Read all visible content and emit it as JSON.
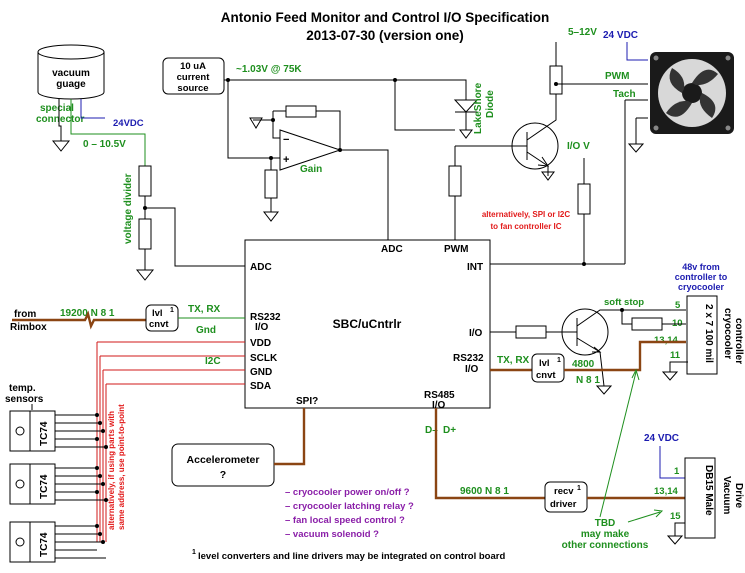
{
  "title": {
    "line1": "Antonio Feed Monitor and Control I/O Specification",
    "line2": "2013-07-30 (version one)"
  },
  "vacuum_gauge": {
    "label1": "vacuum",
    "label2": "guage",
    "connector1": "special",
    "connector2": "connector",
    "supply": "24VDC",
    "range": "0 – 10.5V"
  },
  "voltage_divider": "voltage divider",
  "current_source": {
    "l1": "10 uA",
    "l2": "current",
    "l3": "source",
    "reading": "~1.03V @ 75K"
  },
  "diode": {
    "l1": "LakeShore",
    "l2": "Diode"
  },
  "gain": "Gain",
  "fan": {
    "supply_top": "5–12V",
    "supply_fan": "24 VDC",
    "pwm": "PWM",
    "tach": "Tach",
    "io": "I/O V"
  },
  "alt_spi": {
    "l1": "alternatively, SPI or I2C",
    "l2": "to fan controller IC"
  },
  "sbc": {
    "name": "SBC/uCntrlr",
    "adc_left": "ADC",
    "adc_top": "ADC",
    "pwm": "PWM",
    "int": "INT",
    "rs232_l1": "RS232",
    "rs232_l2": "I/O",
    "vdd": "VDD",
    "sclk": "SCLK",
    "gnd": "GND",
    "sda": "SDA",
    "spi": "SPI?",
    "rs485_l1": "RS485",
    "rs485_l2": "I/O",
    "io_right": "I/O",
    "rs232r_l1": "RS232",
    "rs232r_l2": "I/O"
  },
  "rimbox": {
    "l1": "from",
    "l2": "Rimbox",
    "serial": "19200 N 8 1"
  },
  "lvl_cnvt_left": {
    "l1": "lvl",
    "sup": "1",
    "l2": "cnvt"
  },
  "txrx_left": "TX, RX",
  "gnd_left": "Gnd",
  "i2c": "I2C",
  "temp_sensors": {
    "l1": "temp.",
    "l2": "sensors",
    "chips": [
      "TC74",
      "TC74",
      "TC74"
    ]
  },
  "alt_point": {
    "l1": "alternatively, if using parts with",
    "l2": "same address, use point-to-point"
  },
  "accelerometer": {
    "l1": "Accelerometer",
    "l2": "?"
  },
  "questions": [
    "– cryocooler power on/off ?",
    "– cryocooler latching relay ?",
    "– fan local speed control ?",
    "– vacuum solenoid ?"
  ],
  "footnote": {
    "sup": "1",
    "text": " level converters and line drivers may be integrated on control board"
  },
  "cryocooler": {
    "note1": "48v from",
    "note2": "controller to",
    "note3": "cryocooler",
    "conn": "2 x 7 100 mil",
    "title1": "cryocooler",
    "title2": "controller",
    "soft_stop": "soft stop",
    "pins": [
      "5",
      "10",
      "13,14",
      "11"
    ]
  },
  "txrx_right": "TX, RX",
  "baud_right": "4800",
  "n81_right": "N 8 1",
  "lvl_cnvt_right": {
    "l1": "lvl",
    "sup": "1",
    "l2": "cnvt"
  },
  "rs485_bus": {
    "dminus": "D–",
    "dplus": "D+",
    "serial": "9600 N 8 1"
  },
  "recv_driver": {
    "l1": "recv",
    "sup": "1",
    "l2": "driver"
  },
  "vacuum_drive": {
    "supply": "24 VDC",
    "conn": "DB15 Male",
    "title1": "Vacuum",
    "title2": "Drive",
    "pins": [
      "1",
      "13,14",
      "15"
    ],
    "tbd1": "TBD",
    "tbd2": "may make",
    "tbd3": "other connections"
  }
}
